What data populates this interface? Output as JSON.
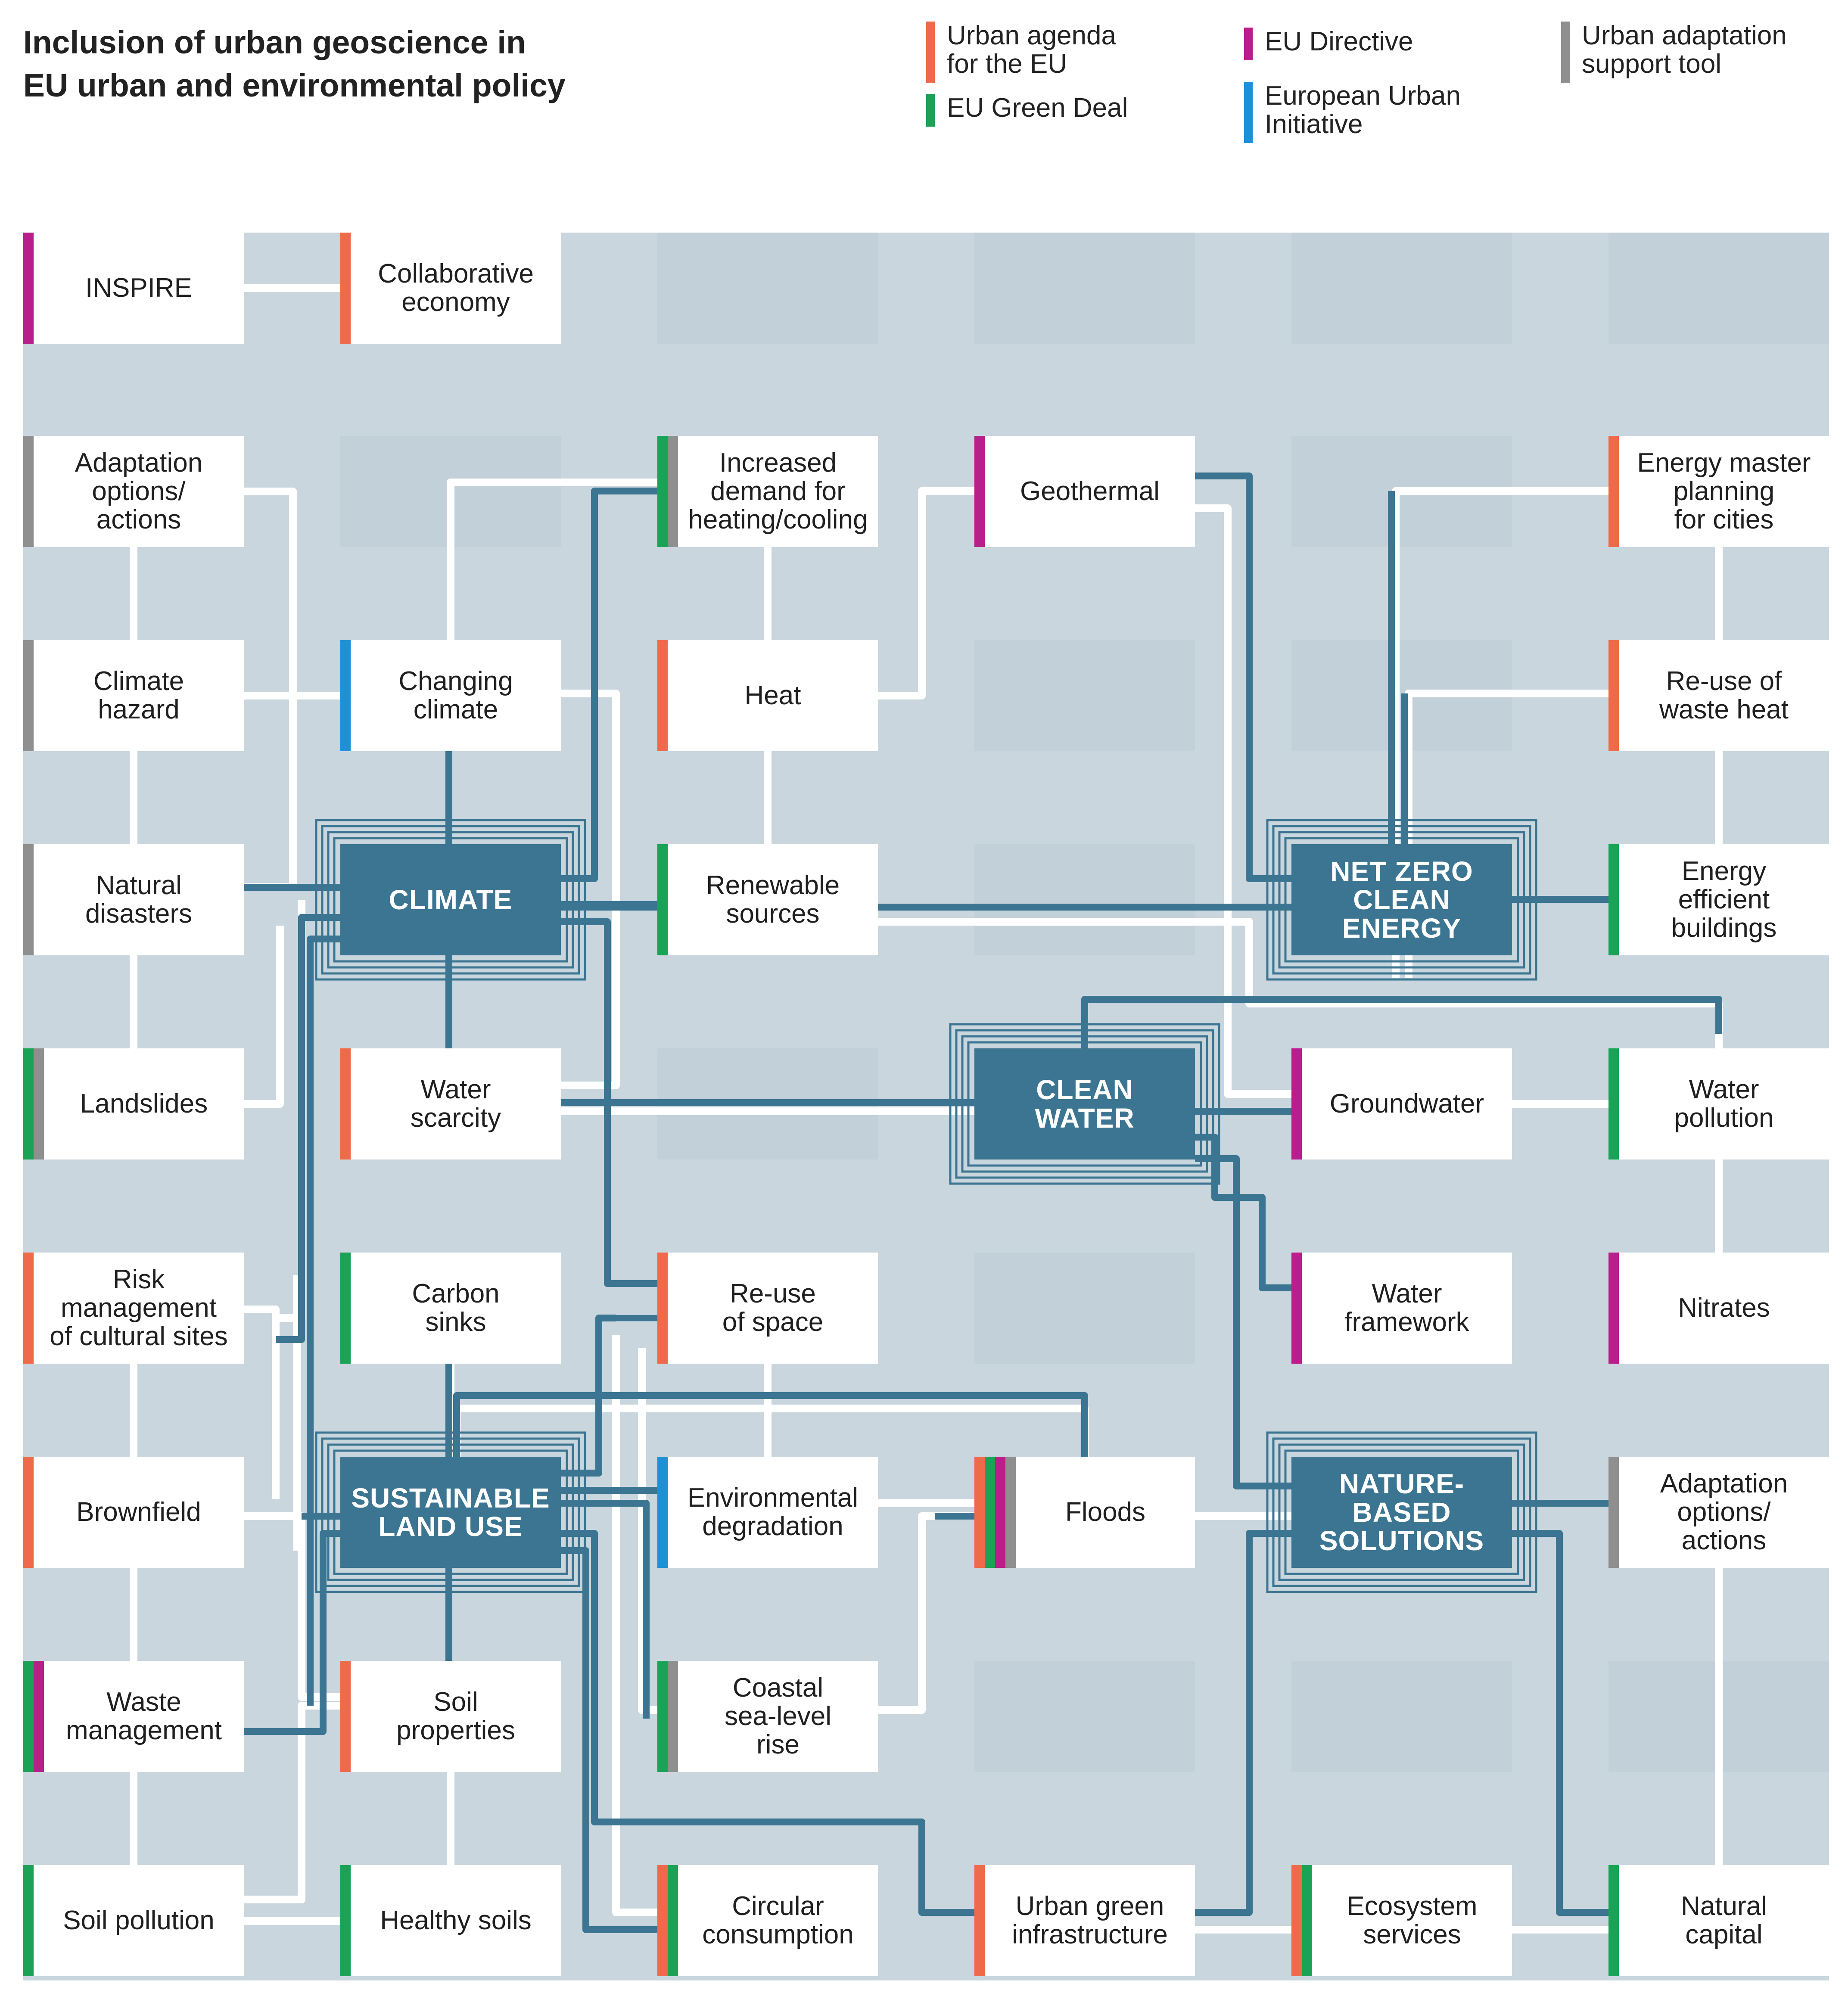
{
  "title": [
    "Inclusion of urban geoscience in",
    "EU urban and environmental policy"
  ],
  "colors": {
    "urban_agenda": "#ee6a4a",
    "green_deal": "#1aa356",
    "eu_directive": "#b81f8a",
    "european_urban_initiative": "#1e90d6",
    "adaptation_tool": "#8f8f8f",
    "background": "#c9d6de",
    "hub": "#3b7591"
  },
  "legend": [
    {
      "key": "urban_agenda",
      "lines": [
        "Urban agenda",
        "for the EU"
      ]
    },
    {
      "key": "green_deal",
      "lines": [
        "EU Green Deal"
      ]
    },
    {
      "key": "eu_directive",
      "lines": [
        "EU Directive"
      ]
    },
    {
      "key": "european_urban_initiative",
      "lines": [
        "European Urban",
        "Initiative"
      ]
    },
    {
      "key": "adaptation_tool",
      "lines": [
        "Urban adaptation",
        "support tool"
      ]
    }
  ],
  "hubs": [
    {
      "id": "climate",
      "lines": [
        "CLIMATE"
      ]
    },
    {
      "id": "energy",
      "lines": [
        "NET ZERO",
        "CLEAN",
        "ENERGY"
      ]
    },
    {
      "id": "water",
      "lines": [
        "CLEAN",
        "WATER"
      ]
    },
    {
      "id": "landuse",
      "lines": [
        "SUSTAINABLE",
        "LAND USE"
      ]
    },
    {
      "id": "nbs",
      "lines": [
        "NATURE-",
        "BASED",
        "SOLUTIONS"
      ]
    }
  ],
  "nodes": [
    {
      "id": "inspire",
      "lines": [
        "INSPIRE"
      ],
      "tags": [
        "eu_directive"
      ]
    },
    {
      "id": "collab",
      "lines": [
        "Collaborative",
        "economy"
      ],
      "tags": [
        "urban_agenda"
      ]
    },
    {
      "id": "adapt1",
      "lines": [
        "Adaptation",
        "options/",
        "actions"
      ],
      "tags": [
        "adaptation_tool"
      ]
    },
    {
      "id": "demand",
      "lines": [
        "Increased",
        "demand for",
        "heating/cooling"
      ],
      "tags": [
        "green_deal",
        "adaptation_tool"
      ]
    },
    {
      "id": "geothermal",
      "lines": [
        "Geothermal"
      ],
      "tags": [
        "eu_directive"
      ]
    },
    {
      "id": "emp",
      "lines": [
        "Energy master",
        "planning",
        "for cities"
      ],
      "tags": [
        "urban_agenda"
      ]
    },
    {
      "id": "hazard",
      "lines": [
        "Climate",
        "hazard"
      ],
      "tags": [
        "adaptation_tool"
      ]
    },
    {
      "id": "changing",
      "lines": [
        "Changing",
        "climate"
      ],
      "tags": [
        "european_urban_initiative"
      ]
    },
    {
      "id": "heat",
      "lines": [
        "Heat"
      ],
      "tags": [
        "urban_agenda"
      ]
    },
    {
      "id": "reuseheat",
      "lines": [
        "Re-use of",
        "waste heat"
      ],
      "tags": [
        "urban_agenda"
      ]
    },
    {
      "id": "disasters",
      "lines": [
        "Natural",
        "disasters"
      ],
      "tags": [
        "adaptation_tool"
      ]
    },
    {
      "id": "renewable",
      "lines": [
        "Renewable",
        "sources"
      ],
      "tags": [
        "green_deal"
      ]
    },
    {
      "id": "eeb",
      "lines": [
        "Energy",
        "efficient",
        "buildings"
      ],
      "tags": [
        "green_deal"
      ]
    },
    {
      "id": "landslides",
      "lines": [
        "Landslides"
      ],
      "tags": [
        "green_deal",
        "adaptation_tool"
      ]
    },
    {
      "id": "scarcity",
      "lines": [
        "Water",
        "scarcity"
      ],
      "tags": [
        "urban_agenda"
      ]
    },
    {
      "id": "groundwater",
      "lines": [
        "Groundwater"
      ],
      "tags": [
        "eu_directive"
      ]
    },
    {
      "id": "wpollution",
      "lines": [
        "Water",
        "pollution"
      ],
      "tags": [
        "green_deal"
      ]
    },
    {
      "id": "risk",
      "lines": [
        "Risk",
        "management",
        "of cultural sites"
      ],
      "tags": [
        "urban_agenda"
      ]
    },
    {
      "id": "carbon",
      "lines": [
        "Carbon",
        "sinks"
      ],
      "tags": [
        "green_deal"
      ]
    },
    {
      "id": "reusespace",
      "lines": [
        "Re-use",
        "of space"
      ],
      "tags": [
        "urban_agenda"
      ]
    },
    {
      "id": "wframework",
      "lines": [
        "Water",
        "framework"
      ],
      "tags": [
        "eu_directive"
      ]
    },
    {
      "id": "nitrates",
      "lines": [
        "Nitrates"
      ],
      "tags": [
        "eu_directive"
      ]
    },
    {
      "id": "brownfield",
      "lines": [
        "Brownfield"
      ],
      "tags": [
        "urban_agenda"
      ]
    },
    {
      "id": "envdeg",
      "lines": [
        "Environmental",
        "degradation"
      ],
      "tags": [
        "european_urban_initiative"
      ]
    },
    {
      "id": "floods",
      "lines": [
        "Floods"
      ],
      "tags": [
        "urban_agenda",
        "green_deal",
        "eu_directive",
        "adaptation_tool"
      ]
    },
    {
      "id": "adapt2",
      "lines": [
        "Adaptation",
        "options/",
        "actions"
      ],
      "tags": [
        "adaptation_tool"
      ]
    },
    {
      "id": "waste",
      "lines": [
        "Waste",
        "management"
      ],
      "tags": [
        "green_deal",
        "eu_directive"
      ]
    },
    {
      "id": "soilprop",
      "lines": [
        "Soil",
        "properties"
      ],
      "tags": [
        "urban_agenda"
      ]
    },
    {
      "id": "coastal",
      "lines": [
        "Coastal",
        "sea-level",
        "rise"
      ],
      "tags": [
        "green_deal",
        "adaptation_tool"
      ]
    },
    {
      "id": "soilpol",
      "lines": [
        "Soil pollution"
      ],
      "tags": [
        "green_deal"
      ]
    },
    {
      "id": "healthy",
      "lines": [
        "Healthy soils"
      ],
      "tags": [
        "green_deal"
      ]
    },
    {
      "id": "circular",
      "lines": [
        "Circular",
        "consumption"
      ],
      "tags": [
        "urban_agenda",
        "green_deal"
      ]
    },
    {
      "id": "ugi",
      "lines": [
        "Urban green",
        "infrastructure"
      ],
      "tags": [
        "urban_agenda"
      ]
    },
    {
      "id": "ecosystem",
      "lines": [
        "Ecosystem",
        "services"
      ],
      "tags": [
        "urban_agenda",
        "green_deal"
      ]
    },
    {
      "id": "natcap",
      "lines": [
        "Natural",
        "capital"
      ],
      "tags": [
        "green_deal"
      ]
    }
  ]
}
